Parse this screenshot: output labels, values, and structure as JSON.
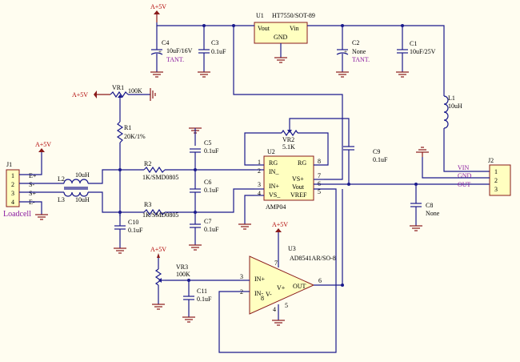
{
  "labels": {
    "u1_ref": "U1",
    "u1_part": "HT7550/SOT-89",
    "u1_vout": "Vout",
    "u1_vin": "Vin",
    "u1_gnd": "GND",
    "a5v": "A+5V",
    "c4_ref": "C4",
    "c4_val": "10uF/16V",
    "c4_type": "TANT.",
    "c3_ref": "C3",
    "c3_val": "0.1uF",
    "c2_ref": "C2",
    "c2_val": "None",
    "c2_type": "TANT.",
    "c1_ref": "C1",
    "c1_val": "10uF/25V",
    "vr1_ref": "VR1",
    "vr1_val": "100K",
    "r1_ref": "R1",
    "r1_val": "20K/1%",
    "l1_ref": "L1",
    "l1_val": "10uH",
    "vr2_ref": "VR2",
    "vr2_val": "5.1K",
    "c5_ref": "C5",
    "c5_val": "0.1uF",
    "c6_ref": "C6",
    "c6_val": "0.1uF",
    "c7_ref": "C7",
    "c7_val": "0.1uF",
    "c9_ref": "C9",
    "c9_val": "0.1uF",
    "c8_ref": "C8",
    "c8_val": "None",
    "c10_ref": "C10",
    "c10_val": "0.1uF",
    "c11_ref": "C11",
    "c11_val": "0.1uF",
    "r2_ref": "R2",
    "r2_val": "1K/SMD0805",
    "r3_ref": "R3",
    "r3_val": "1K/SMD0805",
    "l2_ref": "L2",
    "l2_val": "10uH",
    "l3_ref": "L3",
    "l3_val": "10uH",
    "u2_ref": "U2",
    "u2_part": "AMP04",
    "u2_rg1": "RG",
    "u2_in_n": "IN_",
    "u2_in_p": "IN+",
    "u2_vs_n": "VS_",
    "u2_rg2": "RG",
    "u2_vs_p": "VS+",
    "u2_vout": "Vout",
    "u2_vref": "VREF",
    "u3_ref": "U3",
    "u3_part": "AD8541AR/SO-8",
    "u3_in_p": "IN+",
    "u3_in_n": "IN-",
    "u3_out": "OUT",
    "u3_vn": "V-",
    "u3_vp": "V+",
    "vr3_ref": "VR3",
    "vr3_val": "100K",
    "j1_ref": "J1",
    "j1_name": "Loadcell",
    "j1_e_plus": "E+",
    "j1_s_minus": "S-",
    "j1_s_plus": "S+",
    "j1_e_minus": "E-",
    "j2_ref": "J2",
    "j2_vin": "VIN",
    "j2_gnd": "GND",
    "j2_out": "OUT"
  },
  "pins": {
    "p1": "1",
    "p2": "2",
    "p3": "3",
    "p4": "4",
    "p5": "5",
    "p6": "6",
    "p7": "7",
    "p8": "8"
  },
  "colors": {
    "wire": "#1a1a8c",
    "body": "#ffffc0",
    "border": "#8a1a1a",
    "net_label": "#8a1aa0",
    "value_label": "#b00000"
  }
}
